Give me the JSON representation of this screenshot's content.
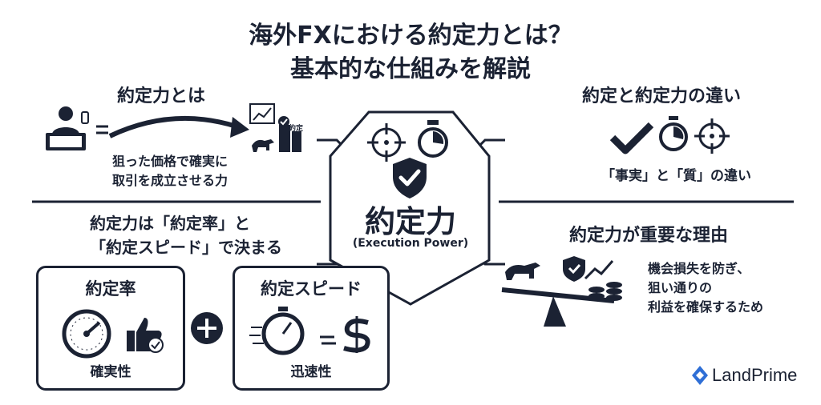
{
  "title": {
    "line1": "海外FXにおける約定力とは？",
    "line2": "基本的な仕組みを解説"
  },
  "center": {
    "title": "約定力",
    "subtitle": "(Execution Power)"
  },
  "top_left": {
    "heading": "約定力とは",
    "desc_line1": "狙った価格で確実に",
    "desc_line2": "取引を成立させる力",
    "building_label": "約定"
  },
  "top_right": {
    "heading": "約定と約定力の違い",
    "desc": "「事実」と「質」の違い"
  },
  "bottom_left": {
    "heading_line1": "約定力は「約定率」と",
    "heading_line2": "「約定スピード」で決まる",
    "card1_title": "約定率",
    "card1_sub": "確実性",
    "card2_title": "約定スピード",
    "card2_sub": "迅速性",
    "plus_symbol": "+"
  },
  "bottom_right": {
    "heading": "約定力が重要な理由",
    "desc_line1": "機会損失を防ぎ、",
    "desc_line2": "狙い通りの",
    "desc_line3": "利益を確保するため"
  },
  "brand": {
    "name": "LandPrime"
  },
  "icons": [
    "user-laptop-icon",
    "arrow-icon",
    "building-chart-icon",
    "bull-icon",
    "target-icon",
    "stopwatch-icon",
    "shield-check-icon",
    "checkmark-icon",
    "gauge-icon",
    "thumbs-up-icon",
    "plus-icon",
    "speed-stopwatch-icon",
    "dollar-icon",
    "seesaw-icon",
    "coins-icon",
    "landprime-logo-icon"
  ],
  "colors": {
    "ink": "#1b2233",
    "brand_blue": "#2f6fd6",
    "background": "#ffffff"
  }
}
